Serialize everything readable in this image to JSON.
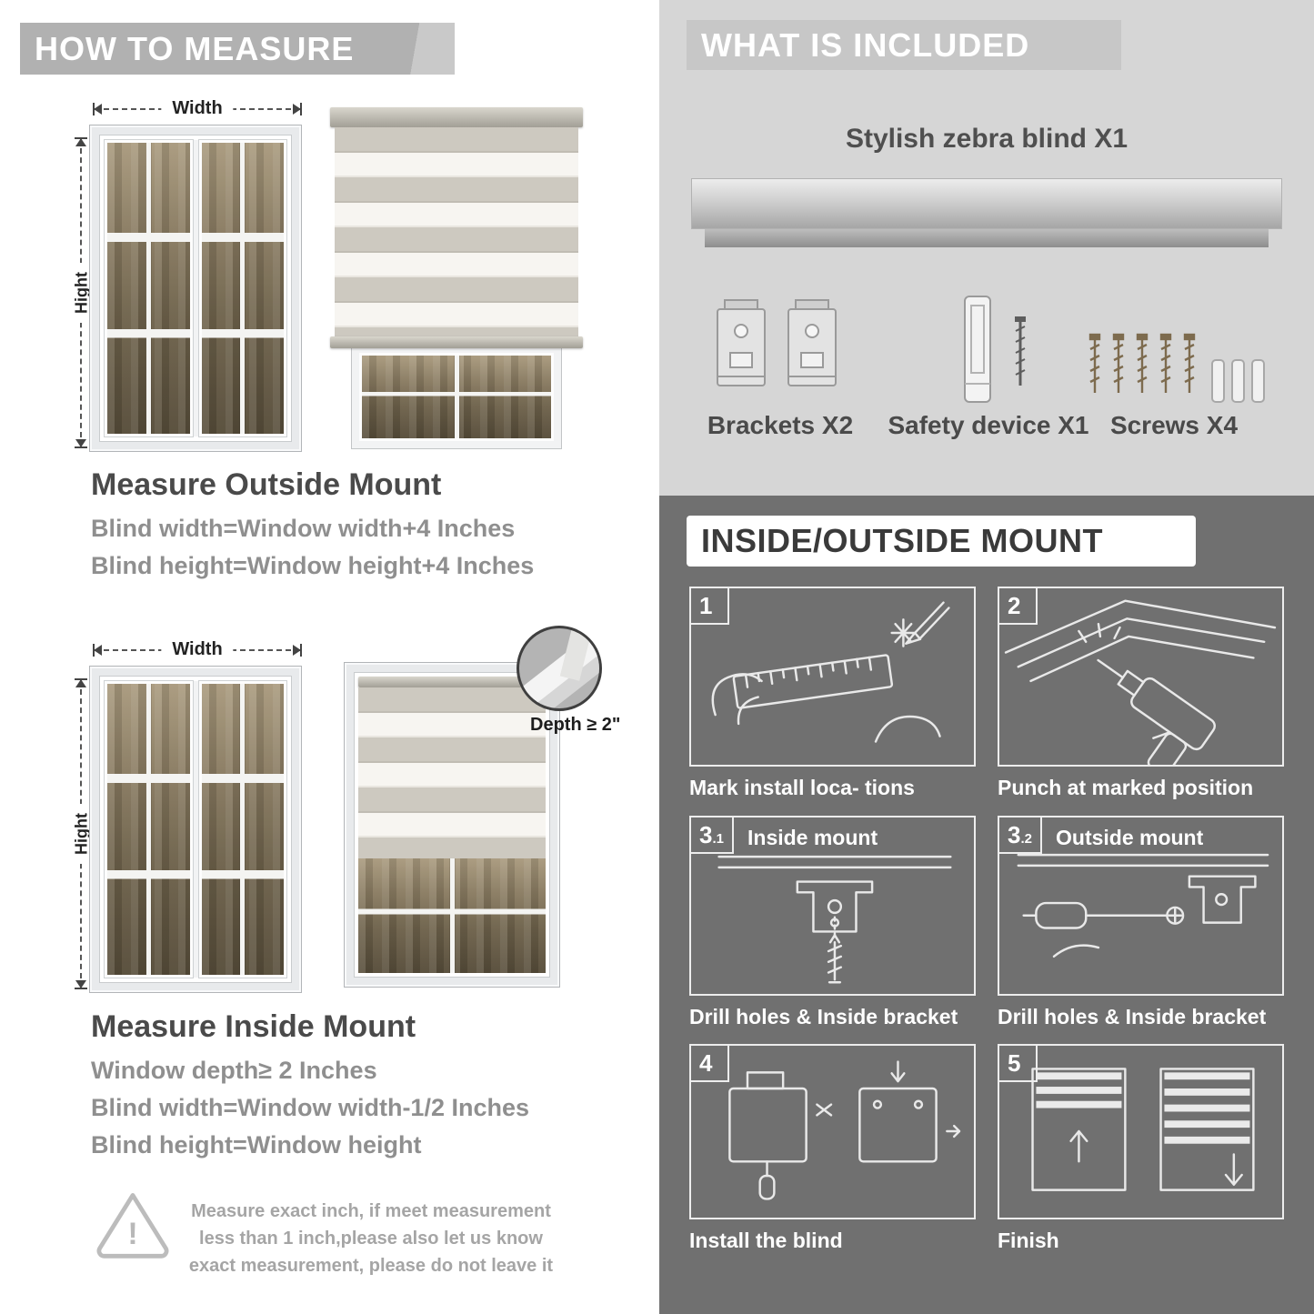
{
  "colors": {
    "light_panel": "#d6d6d6",
    "dark_panel": "#707070",
    "header_gray": "#b1b1b1",
    "title_text": "#4a4a4a",
    "formula_text": "#8f8f8f"
  },
  "left": {
    "header": "HOW TO MEASURE",
    "outside": {
      "width_label": "Width",
      "height_label": "Hight",
      "title": "Measure Outside Mount",
      "line1": "Blind width=Window width+4 Inches",
      "line2": "Blind height=Window height+4 Inches"
    },
    "inside": {
      "width_label": "Width",
      "height_label": "Hight",
      "depth_label": "Depth ≥ 2\"",
      "title": "Measure Inside Mount",
      "line1": "Window depth≥ 2 Inches",
      "line2": "Blind width=Window width-1/2 Inches",
      "line3": "Blind height=Window height"
    },
    "warning": {
      "icon": "!",
      "text": "Measure exact inch, if meet measurement less than 1 inch,please also let us know exact measurement, please do not leave it"
    }
  },
  "included": {
    "header": "WHAT IS INCLUDED",
    "blind_label": "Stylish zebra blind X1",
    "items": [
      {
        "label": "Brackets X2"
      },
      {
        "label": "Safety device X1"
      },
      {
        "label": "Screws X4"
      }
    ]
  },
  "mount": {
    "header": "INSIDE/OUTSIDE MOUNT",
    "steps": [
      {
        "num": "1",
        "caption": "Mark install loca- tions"
      },
      {
        "num": "2",
        "caption": "Punch at  marked position"
      },
      {
        "num": "3",
        "sub": ".1",
        "title": "Inside mount",
        "caption": "Drill holes &  Inside bracket"
      },
      {
        "num": "3",
        "sub": ".2",
        "title": "Outside mount",
        "caption": "Drill holes &  Inside bracket"
      },
      {
        "num": "4",
        "caption": "Install the blind"
      },
      {
        "num": "5",
        "caption": "Finish"
      }
    ]
  }
}
